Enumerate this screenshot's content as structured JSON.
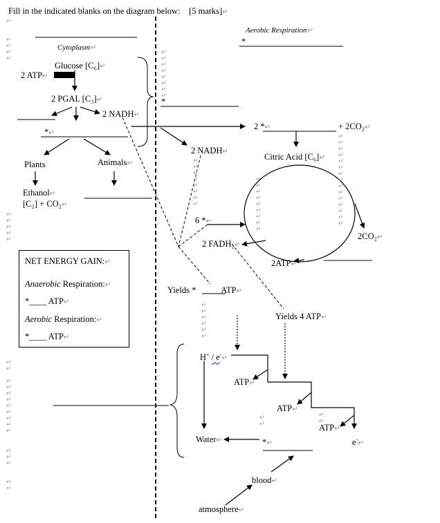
{
  "instruction": "Fill in the indicated blanks on the diagram below:",
  "marks": "[5 marks]",
  "aerobic_heading": "Aerobic Respiration",
  "cytoplasm": "Cytoplasm",
  "glucose": "Glucose [C₆]",
  "atp_in": "2 ATP",
  "pgal": "2 PGAL [C₃]",
  "nadh_glyc": "2 NADH",
  "star": "*",
  "plants": "Plants",
  "animals": "Animals",
  "ethanol": "Ethanol",
  "ethanol_formula": "[C₂] + CO₂",
  "two_star": "2 *",
  "plus_2co2": "+ 2CO₂",
  "nadh_link": "2 NADH",
  "citric": "Citric Acid [C₆]",
  "six_star": "6 *",
  "fadh": "2 FADH₂",
  "co2_cycle": "2CO₂",
  "atp_cycle": "2ATP",
  "net": {
    "title": "NET ENERGY GAIN:",
    "anaerobic_label": "Anaerobic",
    "respiration_word": "Respiration:",
    "anaerobic_value": "*____ ATP",
    "aerobic_label": "Aerobic",
    "aerobic_value": "*____ ATP"
  },
  "yields_a_pre": "Yields *",
  "yields_a_post": "ATP",
  "yields_b": "Yields 4 ATP",
  "h_plus": "H",
  "e_minus": "e",
  "atp_chain": "ATP",
  "water": "Water",
  "blood": "blood",
  "atmosphere": "atmosphere",
  "e_end": "e",
  "colors": {
    "ink": "#000000",
    "para_mark": "#9a9a9a",
    "squiggle": "#3355cc"
  }
}
